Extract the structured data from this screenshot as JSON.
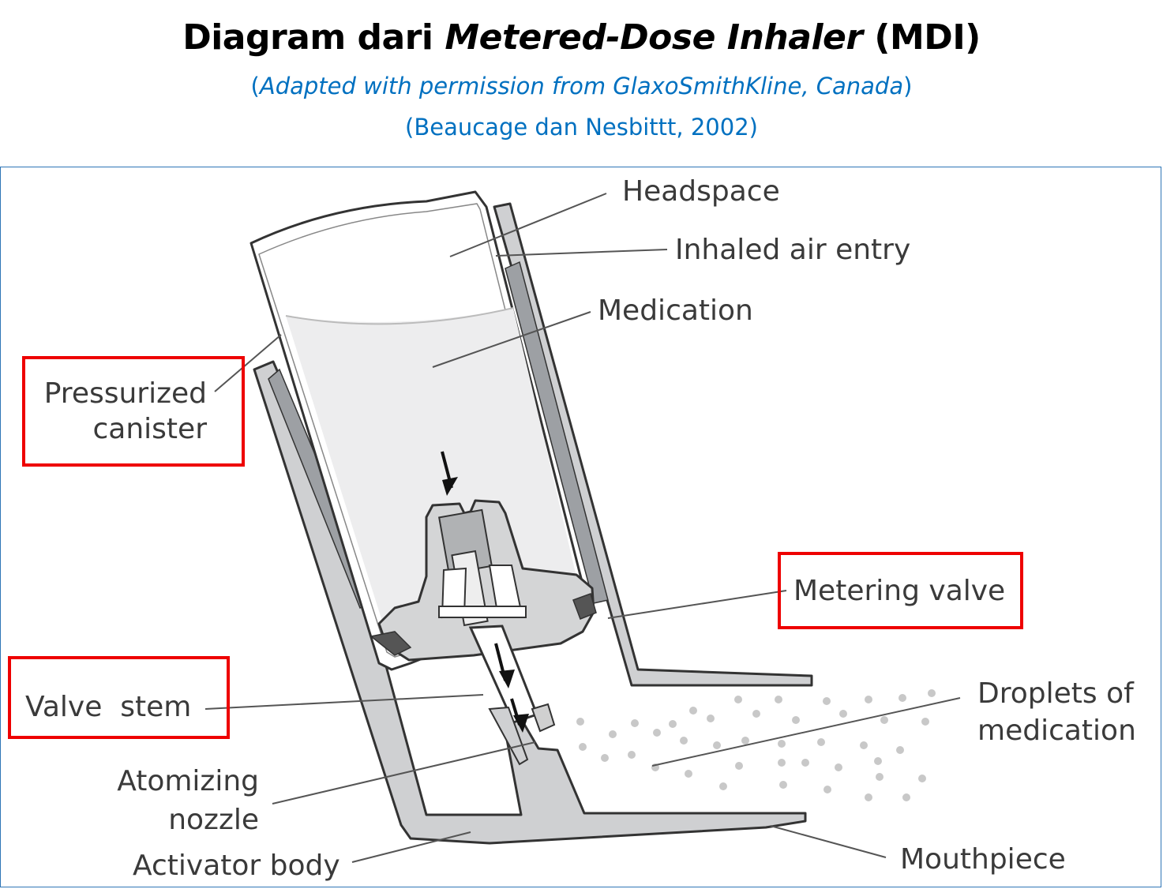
{
  "title": {
    "prefix": "Diagram dari ",
    "italic": "Metered-Dose Inhaler",
    "suffix": " (MDI)"
  },
  "subtitle": {
    "open": "(",
    "italic": "Adapted with permission from GlaxoSmithKline, Canada",
    "close": ")"
  },
  "citation": "(Beaucage dan Nesbittt, 2002)",
  "labels": {
    "headspace": "Headspace",
    "inhaled_air_entry": "Inhaled air entry",
    "medication": "Medication",
    "pressurized_line1": "Pressurized",
    "pressurized_line2": "canister",
    "metering_valve": "Metering valve",
    "valve_stem": "Valve  stem",
    "droplets_line1": "Droplets of",
    "droplets_line2": "medication",
    "atomizing_line1": "Atomizing",
    "atomizing_line2": "nozzle",
    "activator_body": "Activator body",
    "mouthpiece": "Mouthpiece"
  },
  "highlight_color": "#ee0000",
  "title_color": "#000000",
  "subtitle_color": "#0070c0",
  "frame_color": "#2e75b6"
}
